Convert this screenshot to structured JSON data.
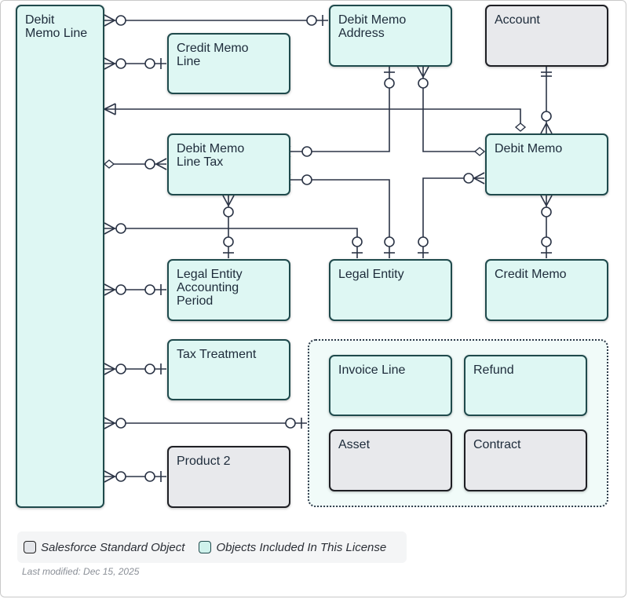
{
  "nodes": {
    "debit_memo_line": "Debit\nMemo Line",
    "credit_memo_line": "Credit Memo\nLine",
    "debit_memo_address": "Debit Memo\nAddress",
    "account": "Account",
    "debit_memo_line_tax": "Debit Memo\nLine Tax",
    "debit_memo": "Debit Memo",
    "legal_entity_accounting_period": "Legal Entity\nAccounting\nPeriod",
    "legal_entity": "Legal Entity",
    "credit_memo": "Credit Memo",
    "tax_treatment": "Tax Treatment",
    "product_2": "Product 2",
    "invoice_line": "Invoice Line",
    "refund": "Refund",
    "asset": "Asset",
    "contract": "Contract"
  },
  "legend": {
    "standard": "Salesforce Standard Object",
    "included": "Objects Included In This License"
  },
  "last_modified": "Last modified: Dec 15, 2025",
  "colors": {
    "license_fill": "#def7f3",
    "standard_fill": "#e8e9ec",
    "line": "#2b3446"
  }
}
